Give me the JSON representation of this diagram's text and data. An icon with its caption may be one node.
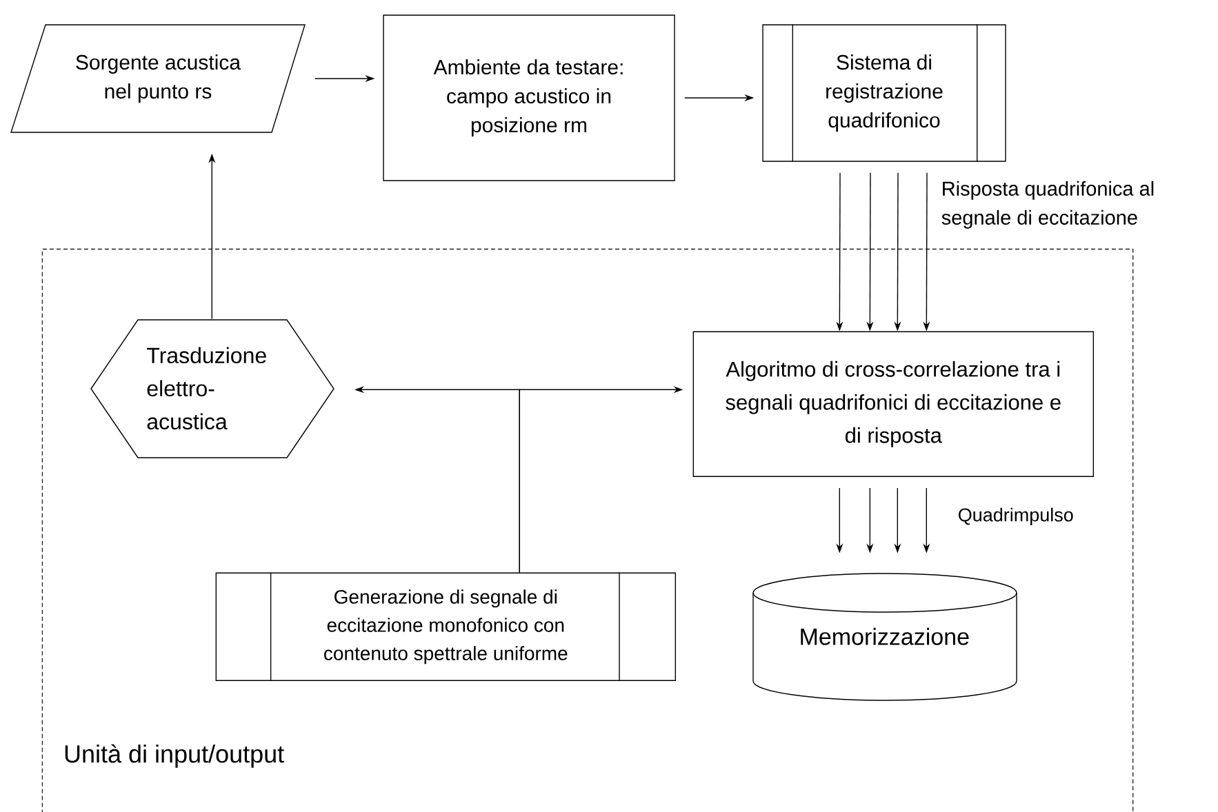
{
  "diagram": {
    "nodes": [
      {
        "text": [
          "Sorgente acustica nel punto rs"
        ]
      },
      {
        "text": [
          "Ambiente da testare: campo acustico in posizione rm"
        ]
      },
      {
        "text": [
          "Sistema di registrazione quadrifonico"
        ]
      },
      {
        "text": [
          "Unità di input/output"
        ]
      },
      {
        "text": [
          "Trasduzione elettro-acustica"
        ],
        "in": 3
      },
      {
        "text": [
          "Algoritmo di cross-correlazione tra i segnali quadrifonici di eccitazione e di risposta"
        ],
        "in": 3
      },
      {
        "text": [
          "Generazione di segnale di eccitazione monofonico con contenuto spettrale uniforme"
        ],
        "in": 3
      },
      {
        "text": [
          "Memorizzazione"
        ],
        "in": 3
      }
    ],
    "edges": [
      {
        "from": 0,
        "to": 1,
        "arrow": "to"
      },
      {
        "from": 1,
        "to": 2,
        "arrow": "to"
      },
      {
        "from": 4,
        "to": 0,
        "arrow": "to"
      },
      {
        "from": 2,
        "to": 5,
        "arrow": "to"
      },
      {
        "from": 2,
        "to": 5,
        "arrow": "to"
      },
      {
        "from": 2,
        "to": 5,
        "arrow": "to"
      },
      {
        "from": 2,
        "to": 5,
        "arrow": "to"
      },
      {
        "from": 6,
        "to": 4,
        "arrow": "to"
      },
      {
        "from": 6,
        "to": 5,
        "arrow": "to"
      },
      {
        "from": 5,
        "to": 7,
        "arrow": "to"
      },
      {
        "from": 5,
        "to": 7,
        "arrow": "to"
      },
      {
        "from": 5,
        "to": 7,
        "arrow": "to"
      },
      {
        "from": 5,
        "to": 7,
        "arrow": "to"
      }
    ],
    "labels": [
      "Risposta quadrifonica al segnale di eccitazione",
      "Quadrimpulso"
    ]
  }
}
